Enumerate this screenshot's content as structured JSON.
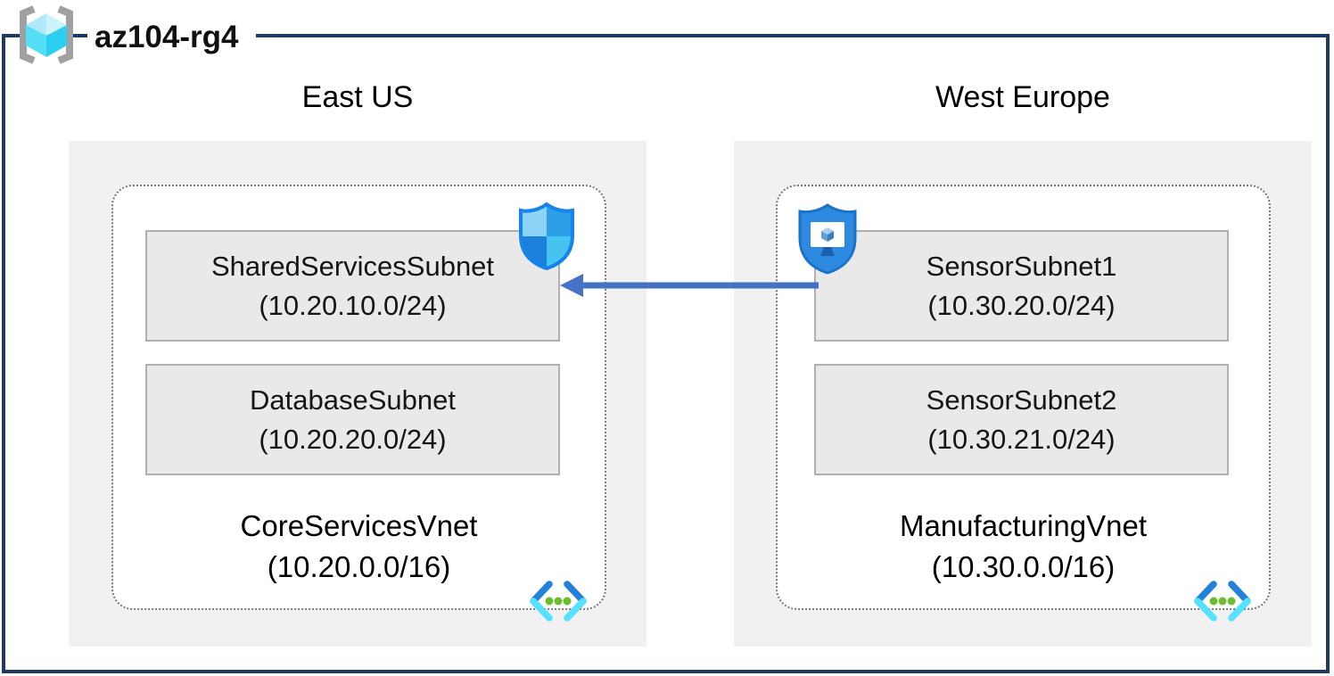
{
  "resource_group": {
    "name": "az104-rg4"
  },
  "regions": [
    {
      "label": "East US",
      "vnet": {
        "name": "CoreServicesVnet",
        "cidr": "(10.20.0.0/16)"
      },
      "subnets": [
        {
          "name": "SharedServicesSubnet",
          "cidr": "(10.20.10.0/24)"
        },
        {
          "name": "DatabaseSubnet",
          "cidr": "(10.20.20.0/24)"
        }
      ]
    },
    {
      "label": "West Europe",
      "vnet": {
        "name": "ManufacturingVnet",
        "cidr": "(10.30.0.0/16)"
      },
      "subnets": [
        {
          "name": "SensorSubnet1",
          "cidr": "(10.30.20.0/24)"
        },
        {
          "name": "SensorSubnet2",
          "cidr": "(10.30.21.0/24)"
        }
      ]
    }
  ],
  "connection": {
    "from": "SensorSubnet1",
    "to": "SharedServicesSubnet",
    "direction": "left",
    "color": "#4472c4"
  },
  "icons": {
    "resource_group": "resource-group-brackets-cube-icon",
    "nsg": "nsg-shield-icon",
    "secure_monitor": "shield-monitor-icon",
    "virtual_network": "virtual-network-icon"
  },
  "colors": {
    "frame_border": "#1e3a5e",
    "region_fill": "#f1f1f2",
    "subnet_fill": "#e9e9e9",
    "subnet_border": "#b0b0b0",
    "vnet_dotted_border": "#767676",
    "arrow_blue": "#4472c4",
    "cube_cyan": "#2bd0f1",
    "shield_blue": "#2d9fe9",
    "vnet_icon_green": "#6abd2e"
  }
}
